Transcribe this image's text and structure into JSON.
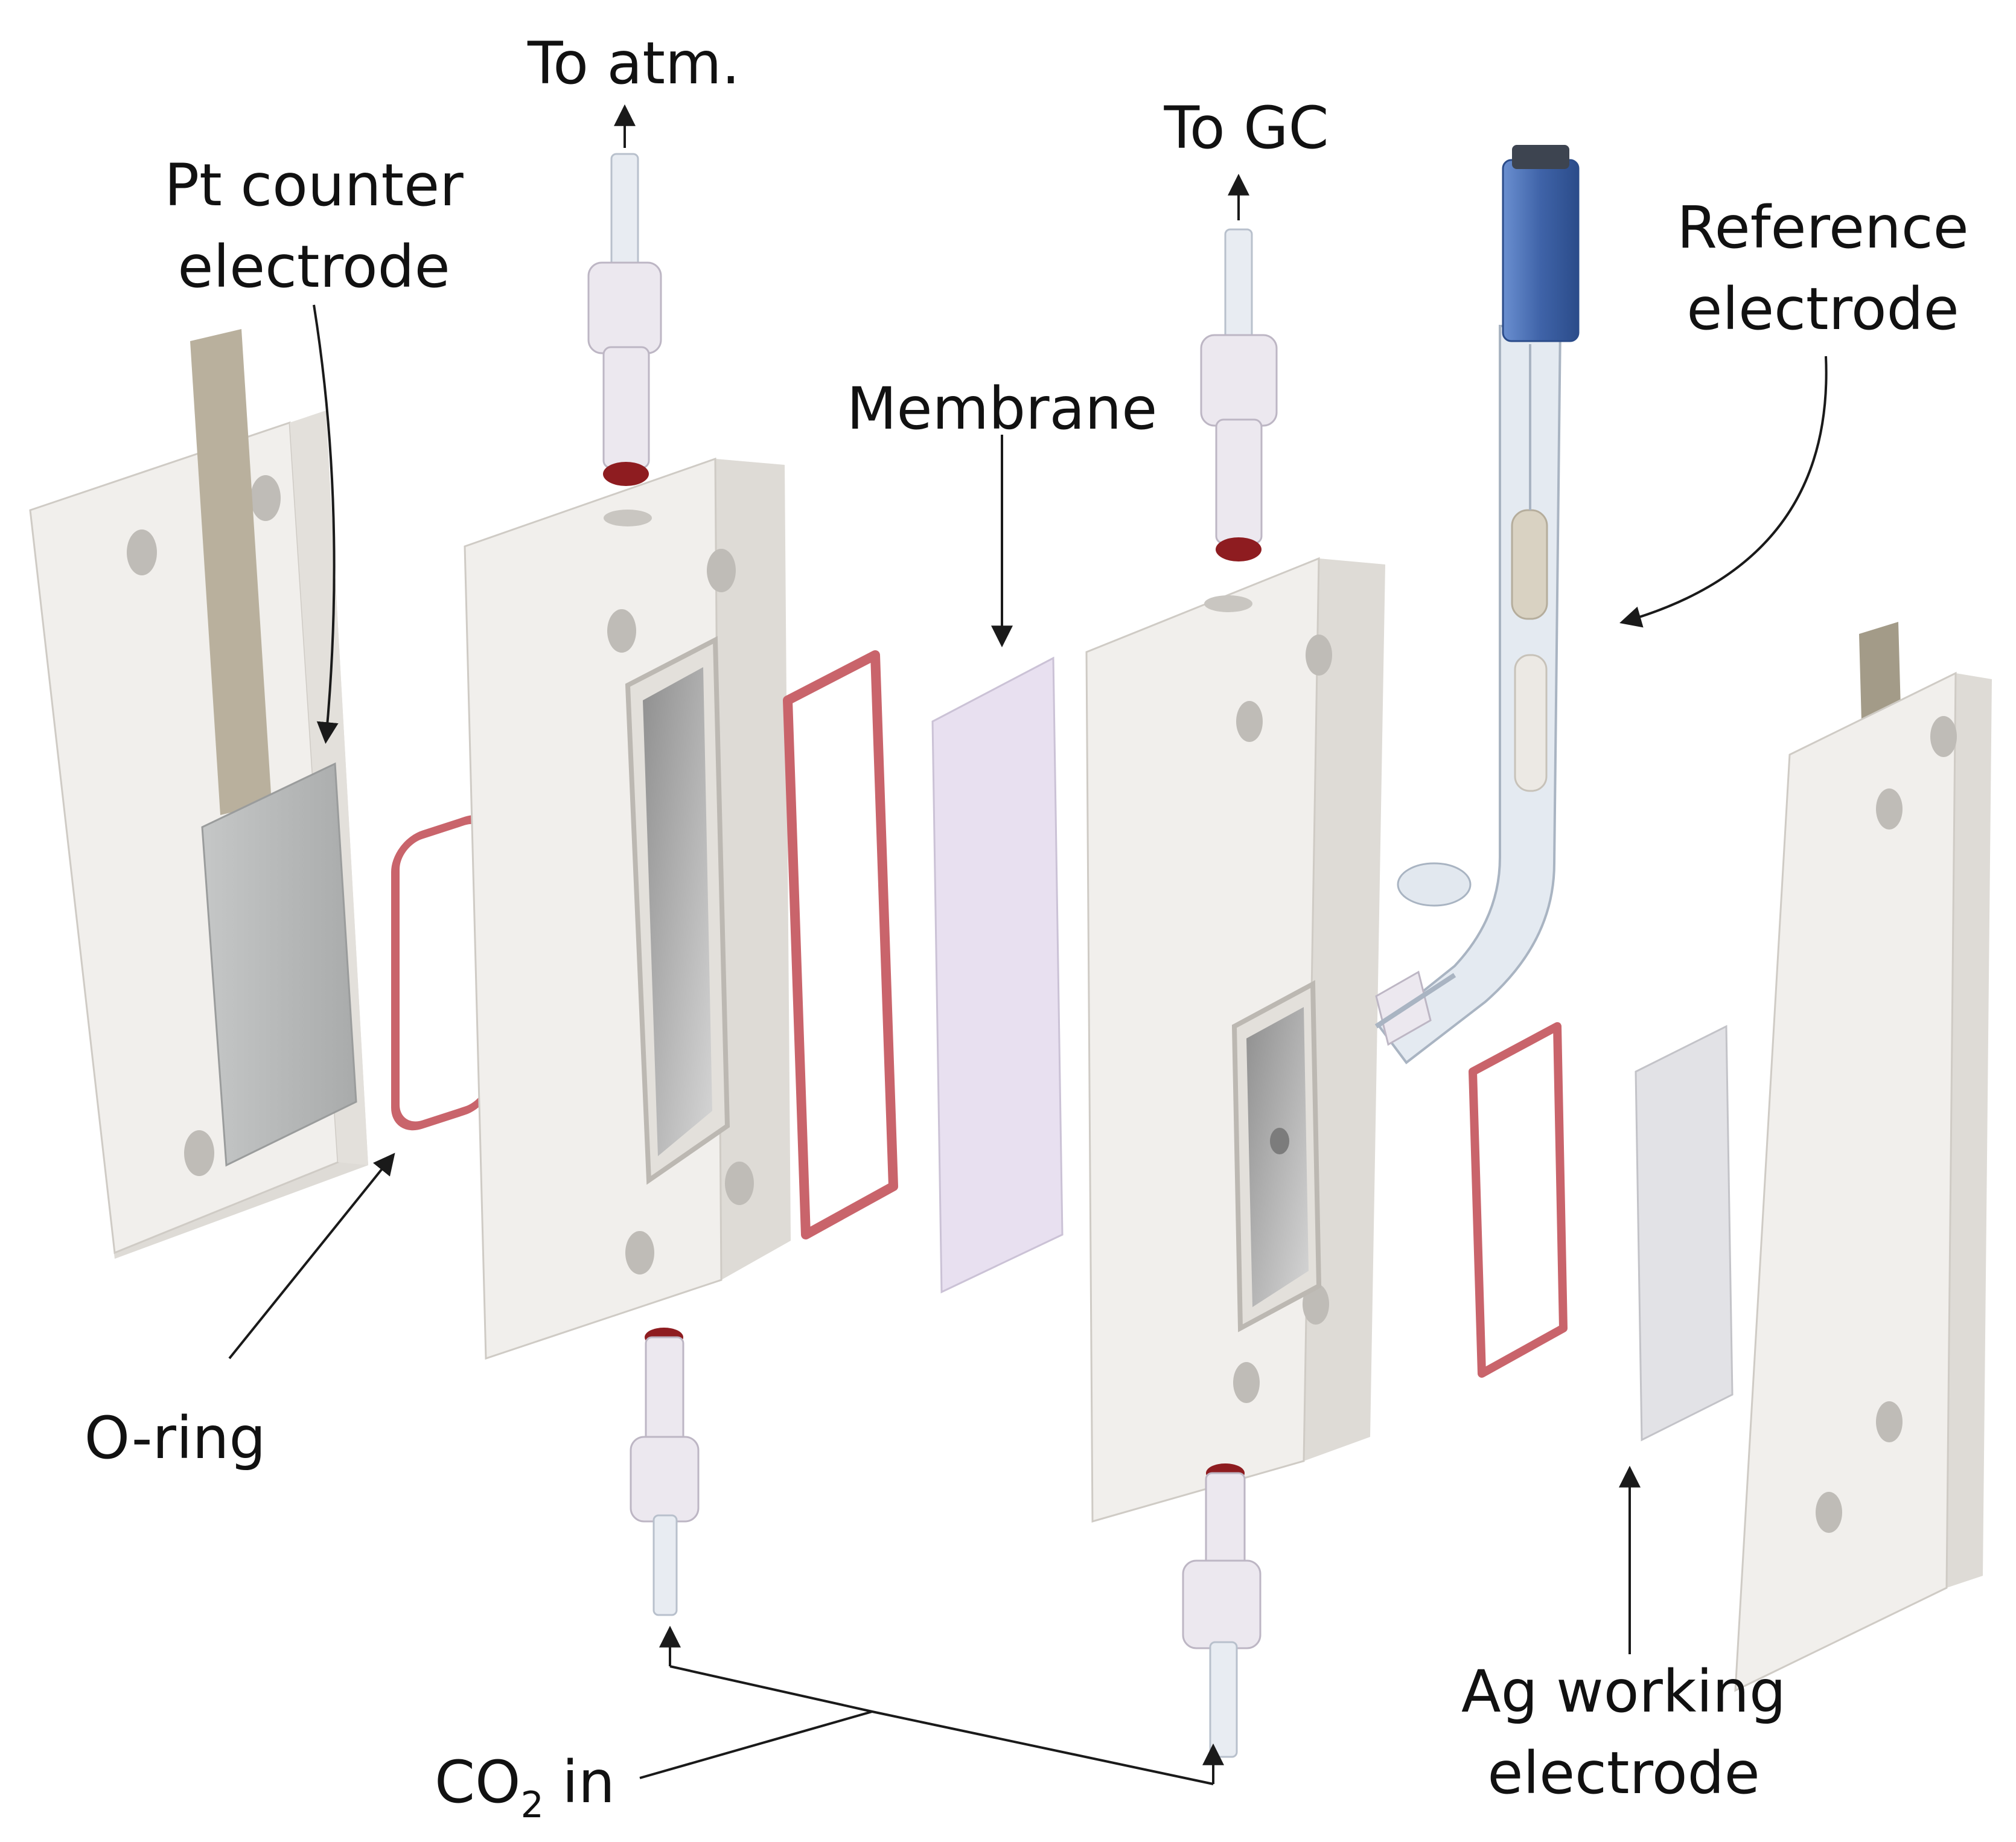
{
  "labels": {
    "to_atm": "To atm.",
    "to_gc": "To GC",
    "pt_counter_line1": "Pt counter",
    "pt_counter_line2": "electrode",
    "membrane": "Membrane",
    "reference_line1": "Reference",
    "reference_line2": "electrode",
    "o_ring": "O-ring",
    "co2_main": "CO",
    "co2_sub": "2",
    "co2_suffix": " in",
    "ag_line1": "Ag working",
    "ag_line2": "electrode"
  },
  "colors": {
    "block_face": "#f1efec",
    "block_side": "#dedbd6",
    "block_top": "#f7f6f4",
    "electrode_plate": "#b9bbbb",
    "pt_strip": "#b9b09d",
    "oring": "#c9646b",
    "membrane": "#e8e0f0",
    "fitting": "#ece8ef",
    "fitting_tip": "#8e1c20",
    "reference_cap": "#4a6fb2",
    "glass": "#dfe6ee"
  }
}
